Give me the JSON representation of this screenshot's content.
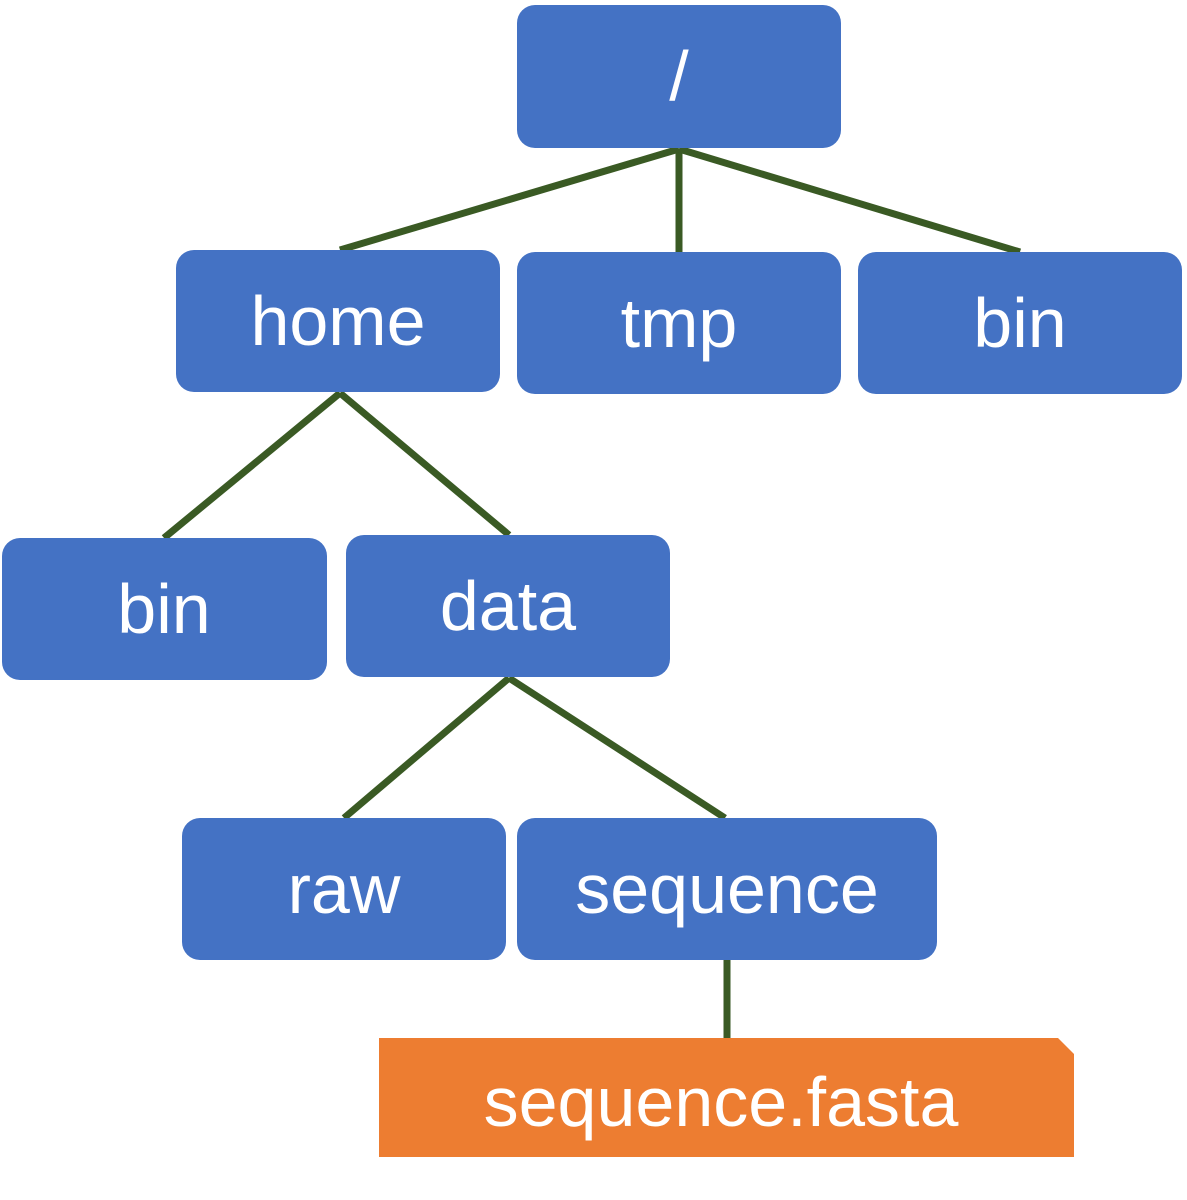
{
  "colors": {
    "directory_fill": "#4472C4",
    "file_fill": "#ED7D31",
    "connector": "#3A5A24",
    "label": "#FFFFFF"
  },
  "tree": {
    "root": {
      "label": "/",
      "kind": "directory"
    },
    "root_children": [
      {
        "label": "home",
        "kind": "directory"
      },
      {
        "label": "tmp",
        "kind": "directory"
      },
      {
        "label": "bin",
        "kind": "directory"
      }
    ],
    "home_children": [
      {
        "label": "bin",
        "kind": "directory"
      },
      {
        "label": "data",
        "kind": "directory"
      }
    ],
    "data_children": [
      {
        "label": "raw",
        "kind": "directory"
      },
      {
        "label": "sequence",
        "kind": "directory"
      }
    ],
    "sequence_children": [
      {
        "label": "sequence.fasta",
        "kind": "file"
      }
    ]
  }
}
